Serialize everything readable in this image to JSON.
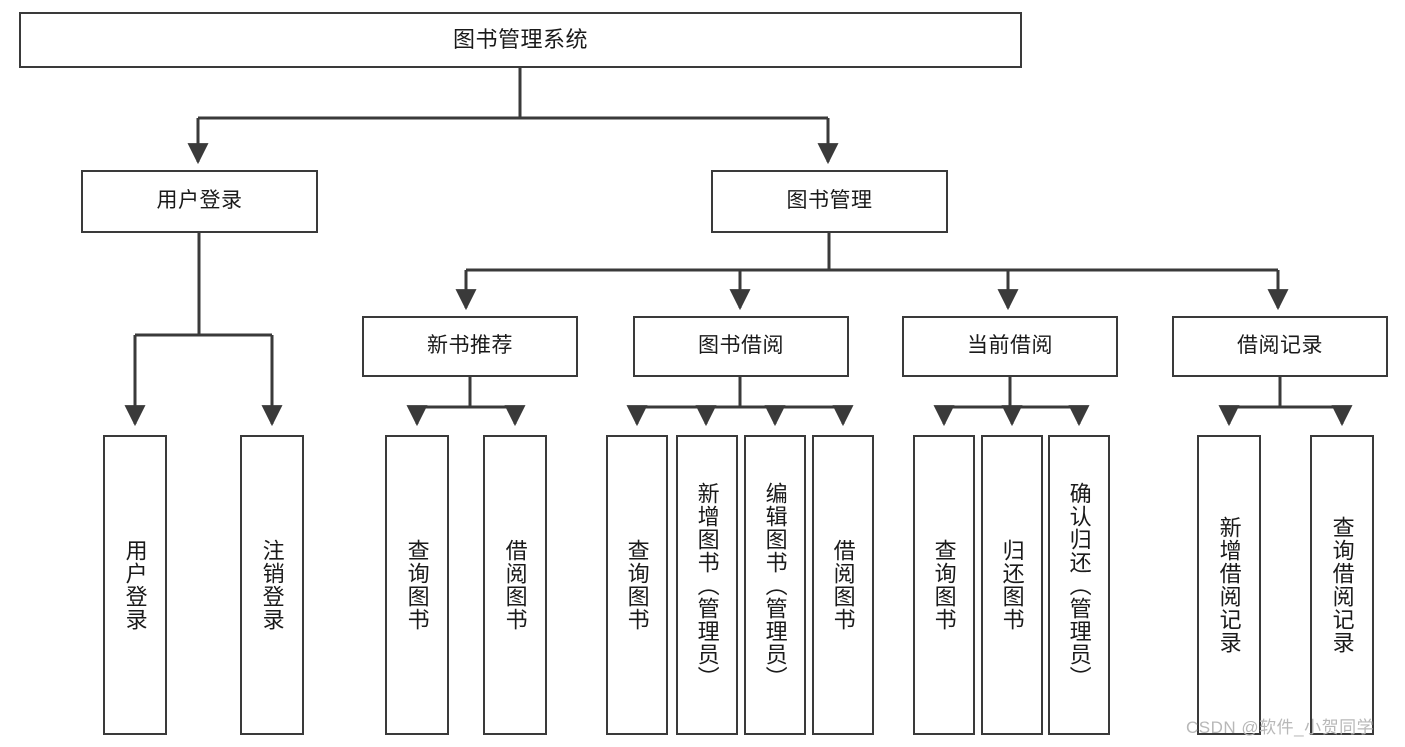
{
  "diagram": {
    "title": "图书管理系统",
    "root": {
      "id": "root",
      "label": "图书管理系统"
    },
    "level1": [
      {
        "id": "user-login",
        "label": "用户登录"
      },
      {
        "id": "book-management",
        "label": "图书管理"
      }
    ],
    "level2": [
      {
        "id": "new-book-recommend",
        "label": "新书推荐"
      },
      {
        "id": "book-borrow",
        "label": "图书借阅"
      },
      {
        "id": "current-borrow",
        "label": "当前借阅"
      },
      {
        "id": "borrow-record",
        "label": "借阅记录"
      }
    ],
    "leaves": {
      "user_login": [
        {
          "id": "leaf-user-login",
          "label": "用户登录"
        },
        {
          "id": "leaf-logout",
          "label": "注销登录"
        }
      ],
      "new_book_recommend": [
        {
          "id": "leaf-query-book-1",
          "label": "查询图书"
        },
        {
          "id": "leaf-borrow-book-1",
          "label": "借阅图书"
        }
      ],
      "book_borrow": [
        {
          "id": "leaf-query-book-2",
          "label": "查询图书"
        },
        {
          "id": "leaf-add-book",
          "label": "新增图书（管理员）"
        },
        {
          "id": "leaf-edit-book",
          "label": "编辑图书（管理员）"
        },
        {
          "id": "leaf-borrow-book-2",
          "label": "借阅图书"
        }
      ],
      "current_borrow": [
        {
          "id": "leaf-query-book-3",
          "label": "查询图书"
        },
        {
          "id": "leaf-return-book",
          "label": "归还图书"
        },
        {
          "id": "leaf-confirm-return",
          "label": "确认归还（管理员）"
        }
      ],
      "borrow_record": [
        {
          "id": "leaf-add-record",
          "label": "新增借阅记录"
        },
        {
          "id": "leaf-query-record",
          "label": "查询借阅记录"
        }
      ]
    },
    "colors": {
      "box_border": "#3a3a3a",
      "box_fill": "#ffffff",
      "connector": "#3a3a3a",
      "text": "#1a1a1a",
      "watermark": "#b8b8b8"
    }
  },
  "watermark": {
    "text": "CSDN @软件_小贺同学"
  }
}
